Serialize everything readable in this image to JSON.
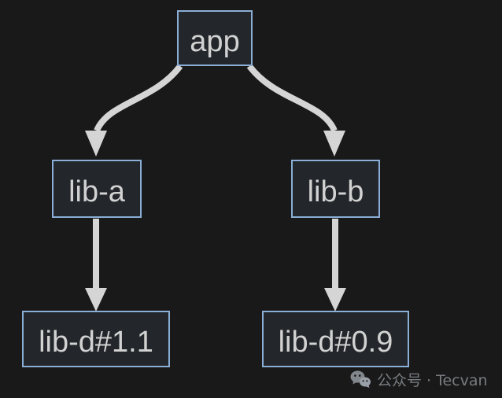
{
  "diagram": {
    "type": "dependency-graph",
    "nodes": [
      {
        "id": "app",
        "label": "app"
      },
      {
        "id": "lib-a",
        "label": "lib-a"
      },
      {
        "id": "lib-b",
        "label": "lib-b"
      },
      {
        "id": "lib-d-1.1",
        "label": "lib-d#1.1"
      },
      {
        "id": "lib-d-0.9",
        "label": "lib-d#0.9"
      }
    ],
    "edges": [
      {
        "from": "app",
        "to": "lib-a"
      },
      {
        "from": "app",
        "to": "lib-b"
      },
      {
        "from": "lib-a",
        "to": "lib-d#1.1"
      },
      {
        "from": "lib-b",
        "to": "lib-d#0.9"
      }
    ],
    "colors": {
      "background": "#191919",
      "node_fill": "#23272b",
      "node_border": "#8aaed6",
      "node_text": "#d2d2d2",
      "arrow": "#d5d5d5"
    }
  },
  "watermark": {
    "icon": "wechat-icon",
    "text": "公众号 · Tecvan",
    "color": "#787c80"
  }
}
